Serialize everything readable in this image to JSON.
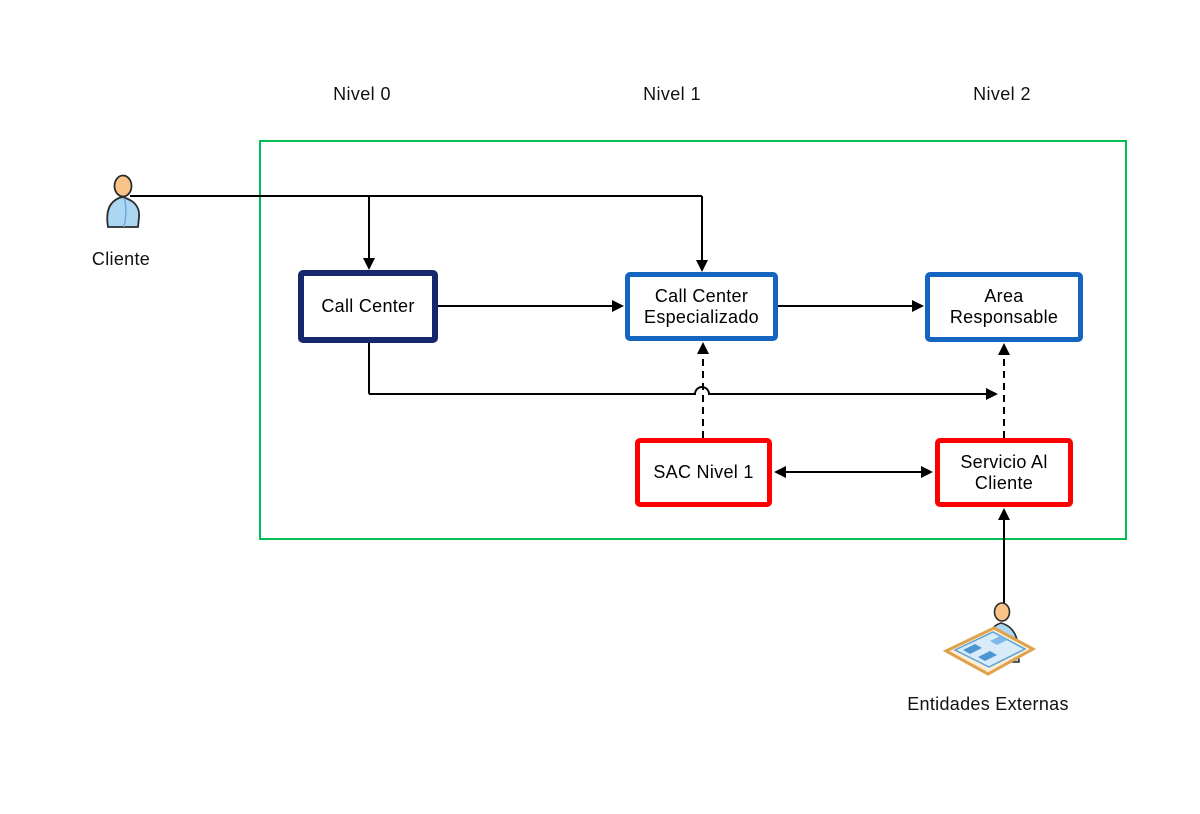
{
  "diagram": {
    "type": "flow",
    "column_labels": [
      {
        "label": "Nivel 0"
      },
      {
        "label": "Nivel 1"
      },
      {
        "label": "Nivel 2"
      }
    ],
    "actors": {
      "cliente": {
        "label": "Cliente",
        "icon": "person-icon"
      },
      "entidades_externas": {
        "label": "Entidades Externas",
        "icon": "person-at-desk-icon"
      }
    },
    "nodes": {
      "call_center": {
        "line1": "Call Center",
        "border_color": "#16286D"
      },
      "call_center_especializado": {
        "line1": "Call Center",
        "line2": "Especializado",
        "border_color": "#1565C0"
      },
      "area_responsable": {
        "line1": "Area",
        "line2": "Responsable",
        "border_color": "#1565C0"
      },
      "sac_nivel_1": {
        "line1": "SAC Nivel 1",
        "border_color": "#FF0000"
      },
      "servicio_al_cliente": {
        "line1": "Servicio Al",
        "line2": "Cliente",
        "border_color": "#FF0000"
      }
    },
    "connectors": [
      {
        "from": "cliente",
        "to": "call_center",
        "style": "solid-arrow"
      },
      {
        "from": "cliente",
        "to": "call_center_especializado",
        "style": "solid-arrow"
      },
      {
        "from": "call_center",
        "to": "call_center_especializado",
        "style": "solid-arrow"
      },
      {
        "from": "call_center_especializado",
        "to": "area_responsable",
        "style": "solid-arrow"
      },
      {
        "from": "call_center",
        "to": "area_responsable",
        "style": "solid-arrow"
      },
      {
        "from": "sac_nivel_1",
        "to": "call_center_especializado",
        "style": "dashed-arrow"
      },
      {
        "from": "servicio_al_cliente",
        "to": "area_responsable",
        "style": "dashed-arrow"
      },
      {
        "from": "sac_nivel_1",
        "to": "servicio_al_cliente",
        "style": "double-arrow"
      },
      {
        "from": "entidades_externas",
        "to": "servicio_al_cliente",
        "style": "solid-arrow"
      }
    ],
    "colors": {
      "background": "#FFFFFF",
      "boundary_green": "#00BE55",
      "connector_black": "#000000",
      "node_navy": "#16286D",
      "node_blue": "#1565C0",
      "node_red": "#FF0000"
    }
  }
}
